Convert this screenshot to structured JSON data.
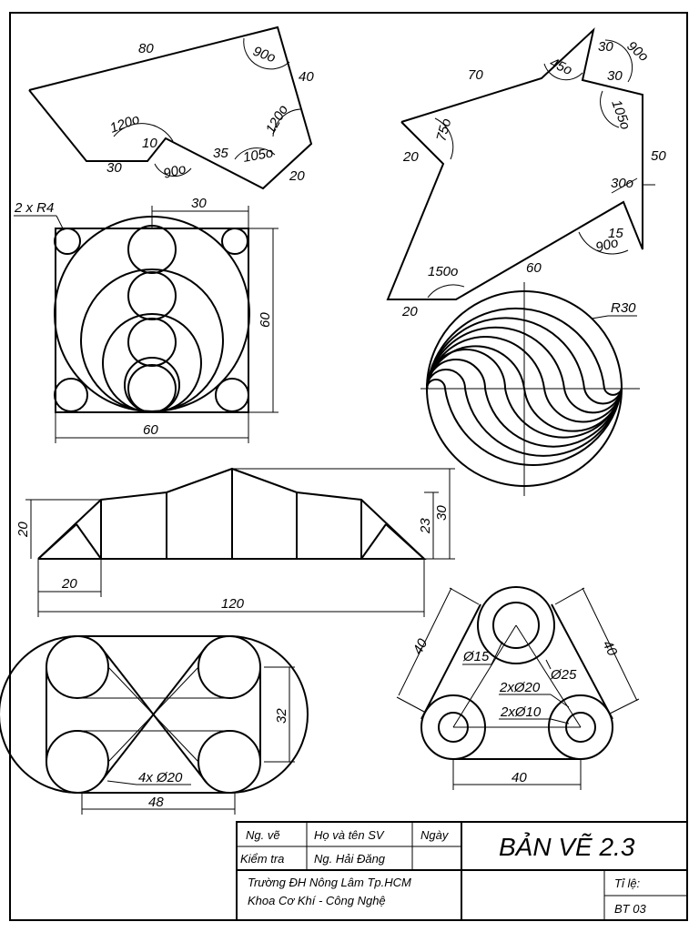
{
  "fig1": {
    "d80": "80",
    "d40": "40",
    "a90_top": "90o",
    "a120_right": "120o",
    "a105": "105o",
    "d20": "20",
    "d35": "35",
    "a90_bottom": "90o",
    "d10": "10",
    "a120_left": "120o",
    "d30": "30"
  },
  "fig2": {
    "d70": "70",
    "a45": "45o",
    "d30a": "30",
    "a90": "90o",
    "d30b": "30",
    "a105": "105o",
    "d50": "50",
    "a30": "30o",
    "d15": "15",
    "a90b": "90o",
    "d60": "60",
    "a150": "150o",
    "d20a": "20",
    "d20b": "20",
    "a75": "75o"
  },
  "fig3": {
    "r4": "2 x R4",
    "d30": "30",
    "d60v": "60",
    "d60h": "60"
  },
  "fig4": {
    "r30": "R30"
  },
  "fig5": {
    "d20v": "20",
    "d23": "23",
    "d30": "30",
    "d20h": "20",
    "d120": "120"
  },
  "fig6": {
    "d32": "32",
    "d48": "48",
    "dia": "4x Ø20"
  },
  "fig7": {
    "d40l": "40",
    "d40r": "40",
    "d40b": "40",
    "d15": "Ø15",
    "d25": "Ø25",
    "d2x20": "2xØ20",
    "d2x10": "2xØ10"
  },
  "title_block": {
    "drawn_by": "Ng. vẽ",
    "student_name": "Họ và tên SV",
    "date": "Ngày",
    "checked_by": "Kiểm tra",
    "checker_name": "Ng. Hải Đăng",
    "school": "Trường ĐH Nông Lâm Tp.HCM",
    "faculty": "Khoa Cơ Khí - Công Nghệ",
    "title": "BẢN VẼ 2.3",
    "scale": "Tỉ lệ:",
    "sheet_no": "BT 03"
  }
}
